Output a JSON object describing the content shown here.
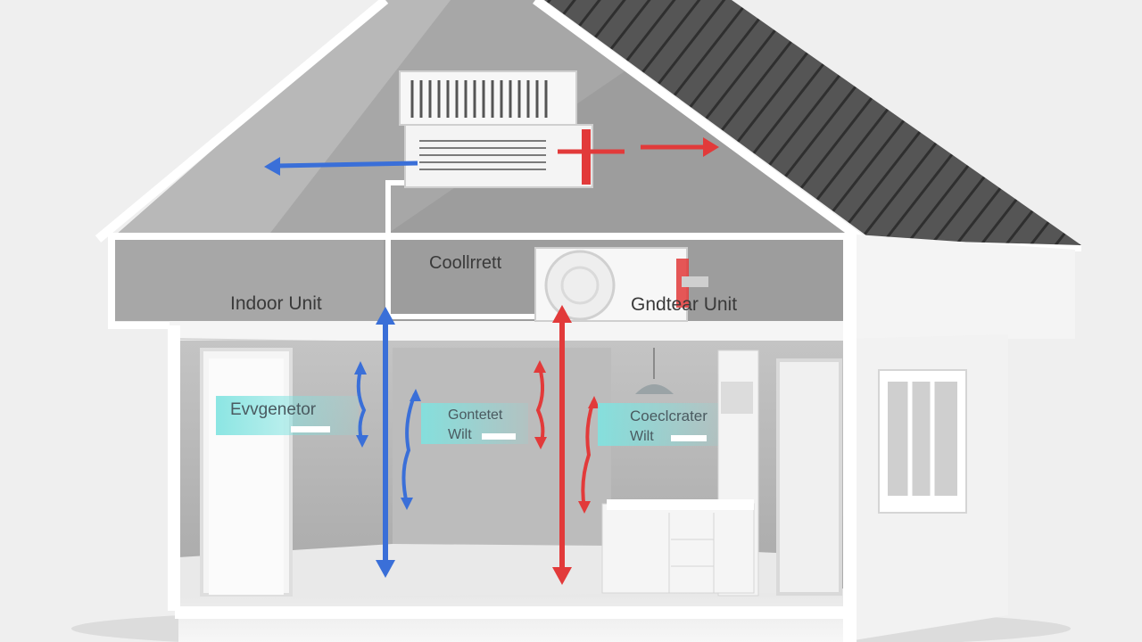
{
  "labels": {
    "indoor_unit": "Indoor Unit",
    "coolant": "Coollrrett",
    "outdoor_unit": "Gndtear Unit",
    "evaporator_title": "Evvgenetor",
    "condenser_left_title": "Gontetet",
    "condenser_left_sub": "Wilt",
    "condenser_right_title": "Coeclcrater",
    "condenser_right_sub": "Wilt"
  },
  "colors": {
    "cold_arrow": "#3a6fd8",
    "hot_arrow": "#e23a3a",
    "tag_fill": "#7fe3e0",
    "roof": "#4a4a4a",
    "wall": "#b9b9b9",
    "floor": "#f3f3f3"
  },
  "icons": {
    "indoor_ac": "wall-air-conditioner",
    "outdoor_ac": "outdoor-condenser-fan",
    "lamp": "pendant-lamp"
  }
}
